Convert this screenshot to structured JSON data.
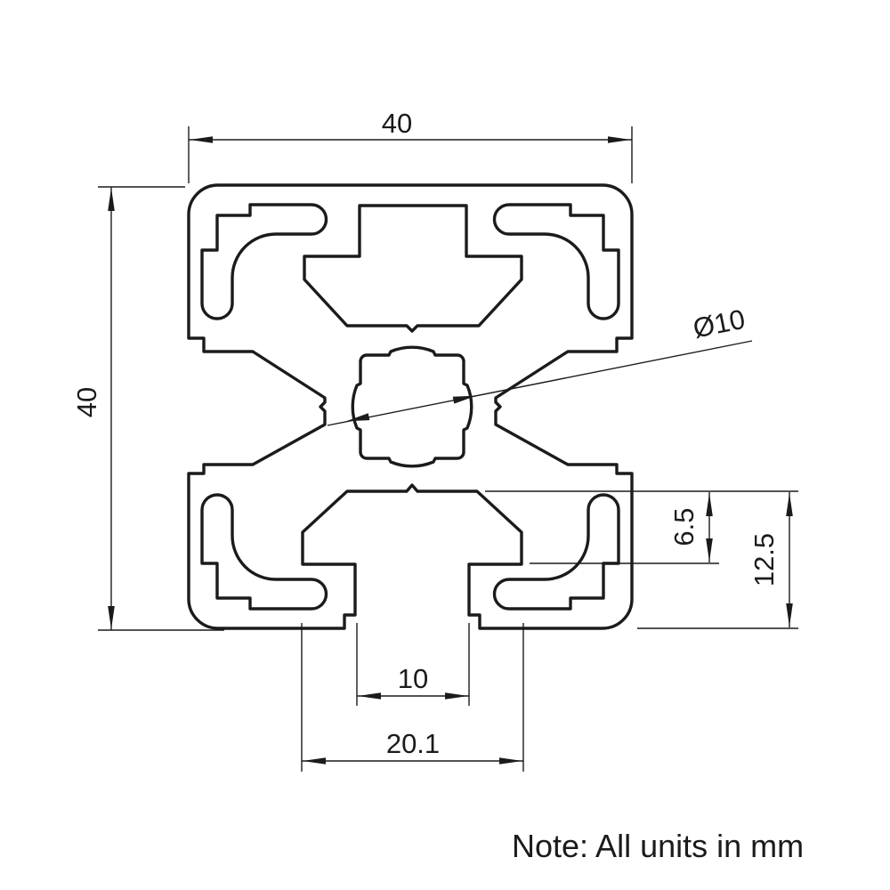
{
  "drawing": {
    "type": "extrusion-profile-cross-section",
    "note": "Note: All units in mm",
    "units": "mm",
    "colors": {
      "line": "#1b1b1b",
      "background": "#ffffff"
    },
    "dimensions": {
      "overall_width": {
        "value": "40",
        "orientation": "horizontal-top"
      },
      "overall_height": {
        "value": "40",
        "orientation": "vertical-left"
      },
      "center_bore": {
        "value": "Ø10",
        "orientation": "leader"
      },
      "slot_lip_depth": {
        "value": "6.5",
        "orientation": "vertical-right"
      },
      "corner_depth": {
        "value": "12.5",
        "orientation": "vertical-right"
      },
      "slot_opening": {
        "value": "10",
        "orientation": "horizontal-bottom"
      },
      "inner_cavity_width": {
        "value": "20.1",
        "orientation": "horizontal-bottom"
      }
    }
  }
}
